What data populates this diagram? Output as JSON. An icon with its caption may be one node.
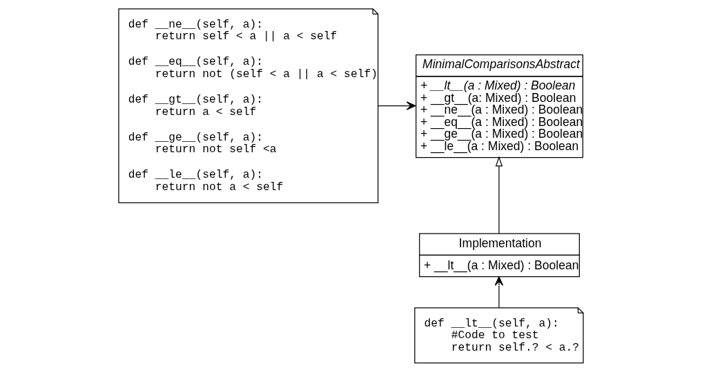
{
  "diagram": {
    "nodes": [
      {
        "text": [
          "MinimalComparisonsAbstract",
          "+ __lt__(a : Mixed) : Boolean",
          "+ __gt__(a: Mixed) : Boolean",
          "+ __ne__(a : Mixed) : Boolean",
          "+ __eq__(a : Mixed) : Boolean",
          "+ __ge__(a : Mixed) : Boolean",
          "+ __le__(a : Mixed) : Boolean"
        ]
      },
      {
        "text": [
          "Implementation",
          "+ __lt__(a : Mixed) : Boolean"
        ]
      },
      {
        "text": [
          "def __ne__(self, a):",
          "return self < a || a < self",
          "def __eq__(self, a):",
          "return not (self < a || a < self)",
          "def __gt__(self, a):",
          "return a < self",
          "def __ge__(self, a):",
          "return not self <a",
          "def __le__(self, a):",
          "return not a < self"
        ]
      },
      {
        "text": [
          "def __lt__(self, a):",
          "#Code to test",
          "return self.? < a.?"
        ]
      }
    ],
    "edges": [
      {
        "from": 1,
        "to": 0,
        "arrow": "to"
      },
      {
        "from": 2,
        "to": 0,
        "arrow": "to"
      },
      {
        "from": 3,
        "to": 1,
        "arrow": "to"
      }
    ]
  }
}
